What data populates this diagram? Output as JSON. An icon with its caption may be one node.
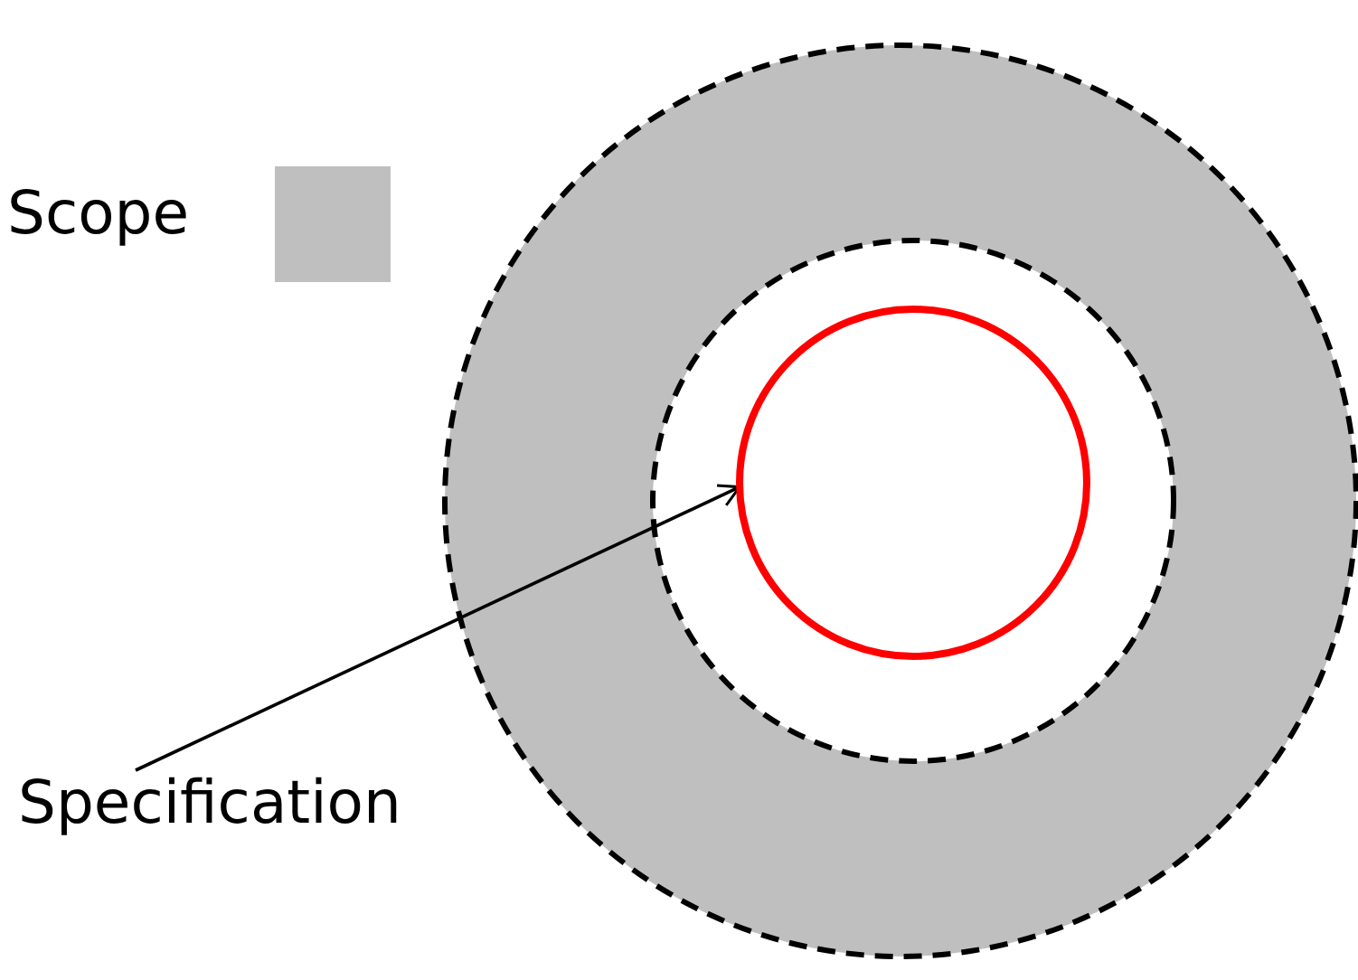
{
  "diagram": {
    "nodes": [
      {
        "text": [
          "Specification"
        ]
      },
      {
        "text": [],
        "shape": "circle"
      }
    ],
    "edges": [
      {
        "from": 0,
        "to": 1,
        "arrow": "to"
      }
    ],
    "legend": [
      {
        "text": "Scope",
        "color": "#bfbfbf"
      }
    ]
  }
}
